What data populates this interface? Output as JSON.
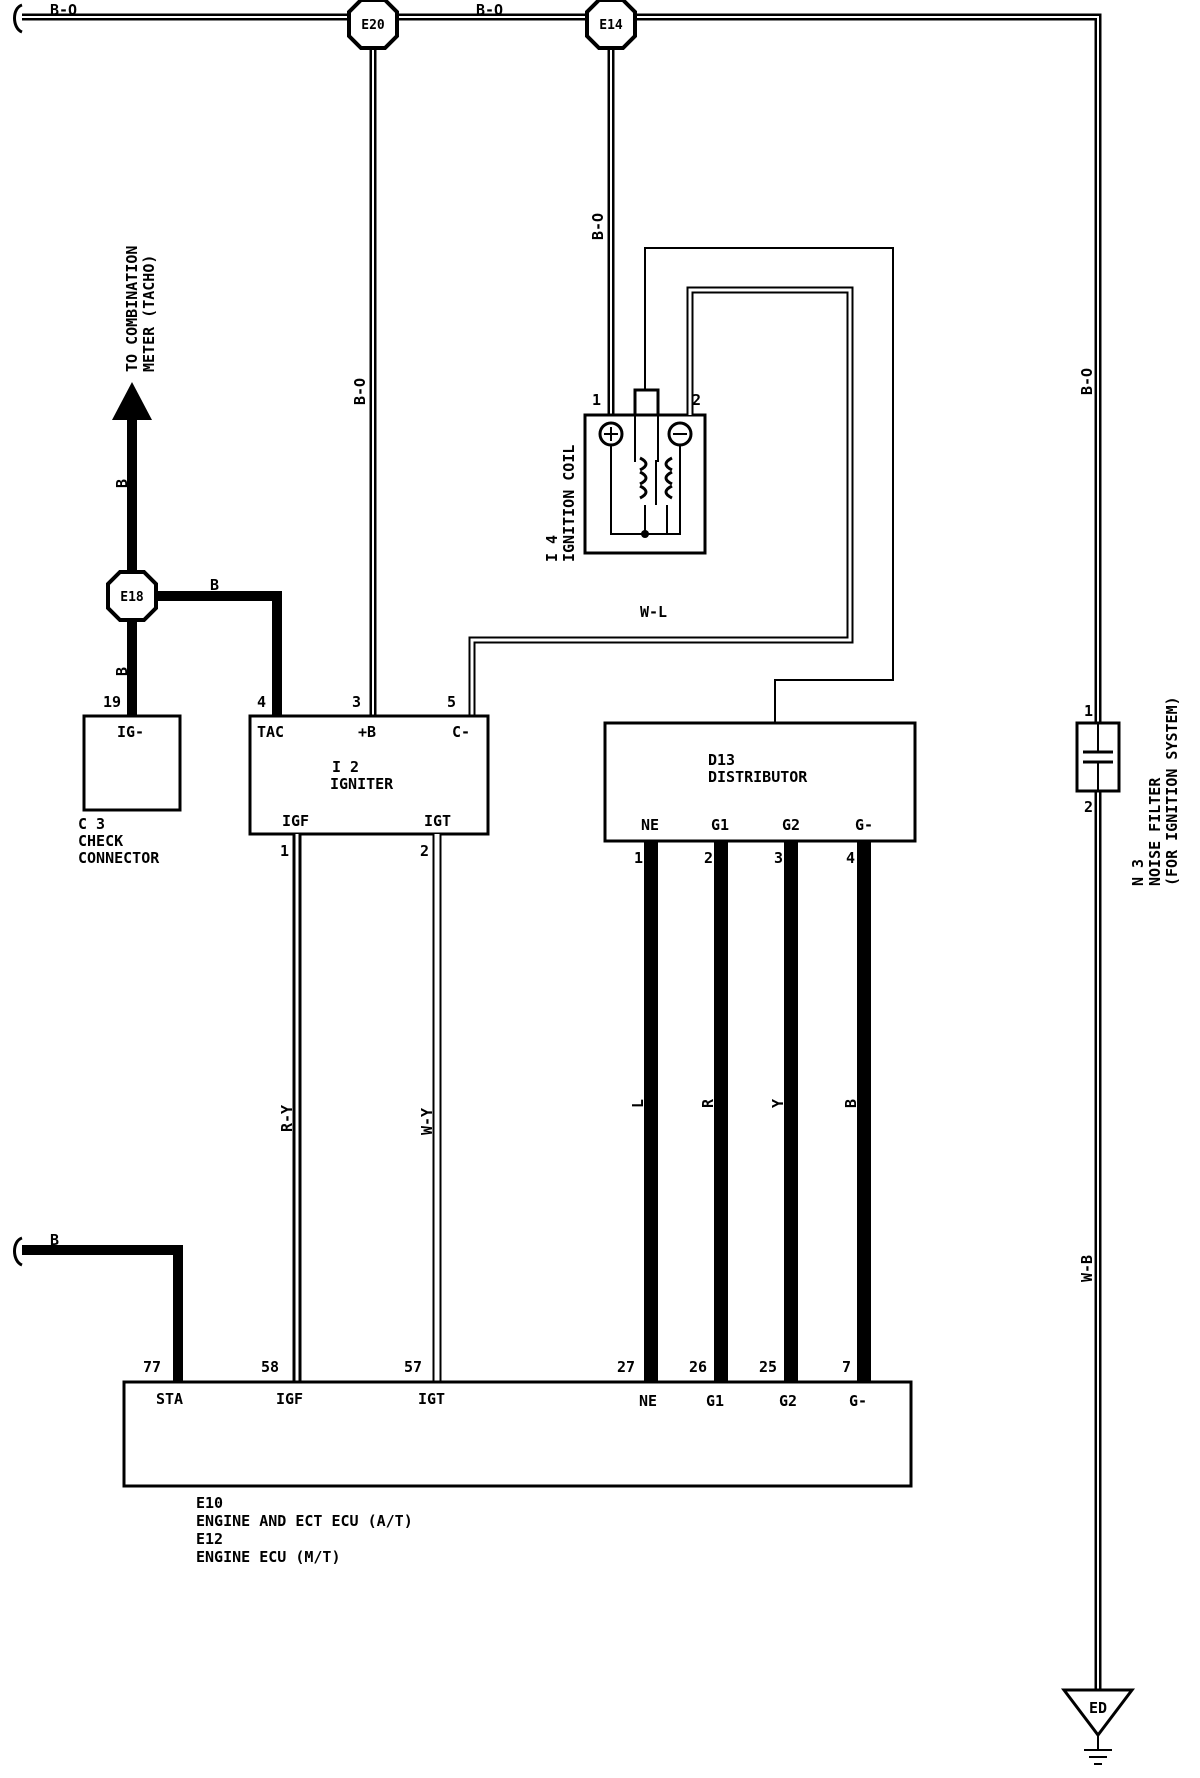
{
  "colors": {
    "line": "#000000",
    "background": "#ffffff"
  },
  "junctions": {
    "e20": "E20",
    "e14": "E14",
    "e18": "E18"
  },
  "wires": {
    "top_left": "B-O",
    "top_mid": "B-O",
    "e20_down": "B-O",
    "e14_down": "B-O",
    "right_down": "B-O",
    "tacho": "B",
    "e18_right": "B",
    "c3": "B",
    "wl": "W-L",
    "igf": "R-Y",
    "igt": "W-Y",
    "ne": "L",
    "g1": "R",
    "g2": "Y",
    "gneg": "B",
    "sta": "B",
    "ground": "W-B"
  },
  "tacho_label": [
    "TO COMBINATION",
    "METER (TACHO)"
  ],
  "c3": {
    "pin": "19",
    "terminal": "IG-",
    "title": [
      "C 3",
      "CHECK",
      "CONNECTOR"
    ]
  },
  "igniter": {
    "code": "I 2",
    "name": "IGNITER",
    "pins": {
      "tac": "4",
      "b": "3",
      "c": "5",
      "igf": "1",
      "igt": "2"
    },
    "terminals": {
      "tac": "TAC",
      "b": "+B",
      "c": "C-",
      "igf": "IGF",
      "igt": "IGT"
    }
  },
  "coil": {
    "label": [
      "I 4",
      "IGNITION COIL"
    ],
    "pin1": "1",
    "pin2": "2"
  },
  "distributor": {
    "code": "D13",
    "name": "DISTRIBUTOR",
    "terminals": [
      "NE",
      "G1",
      "G2",
      "G-"
    ],
    "pins": [
      "1",
      "2",
      "3",
      "4"
    ]
  },
  "ecu": {
    "terminals": {
      "sta": "STA",
      "igf": "IGF",
      "igt": "IGT",
      "ne": "NE",
      "g1": "G1",
      "g2": "G2",
      "gneg": "G-"
    },
    "pins": {
      "sta": "77",
      "igf": "58",
      "igt": "57",
      "ne": "27",
      "g1": "26",
      "g2": "25",
      "gneg": "7"
    },
    "title": [
      "E10",
      "ENGINE AND ECT ECU (A/T)",
      "E12",
      "ENGINE ECU (M/T)"
    ]
  },
  "noise_filter": {
    "pin1": "1",
    "pin2": "2",
    "label": [
      "N 3",
      "NOISE FILTER",
      "(FOR IGNITION SYSTEM)"
    ]
  },
  "ground": "ED"
}
